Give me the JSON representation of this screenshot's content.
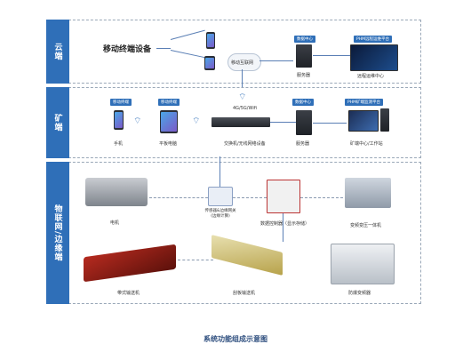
{
  "tiers": {
    "cloud": {
      "label": "云端"
    },
    "mine": {
      "label": "矿端"
    },
    "iot": {
      "label": "物联网/边缘端"
    }
  },
  "cloud": {
    "mobile_devices": "移动终端设备",
    "mobile_network": "移动互联网",
    "data_center_tag": "数据中心",
    "data_center_cap": "服务器",
    "phm_cloud_tag": "PHM远程运维平台",
    "phm_cloud_cap": "远程运维中心"
  },
  "mine": {
    "phone_tag": "移动终端",
    "phone_cap": "手机",
    "tablet_tag": "移动终端",
    "tablet_cap": "平板电脑",
    "network_tag": "4G/5G/Wifi",
    "switch_cap": "交换机/无线网络设备",
    "server_tag": "数据中心",
    "server_cap": "服务器",
    "phm_tag": "PHM矿端监测平台",
    "phm_cap": "矿端中心/工作站"
  },
  "iot": {
    "motor_cap": "电机",
    "gateway_cap": "传感器&边缘网关\n(边缘计算)",
    "cabinet_cap": "数据控制器（显示存储）",
    "inverter_cap": "变频变压一体机",
    "conveyor1_cap": "带式输送机",
    "conveyor2_cap": "刮板输送机",
    "switchgear_cap": "防爆变频器"
  },
  "footer": {
    "title": "系统功能组成示意图"
  },
  "colors": {
    "accent": "#2f6fb8",
    "line": "#5a7fb5",
    "border": "#9aa8b8"
  }
}
